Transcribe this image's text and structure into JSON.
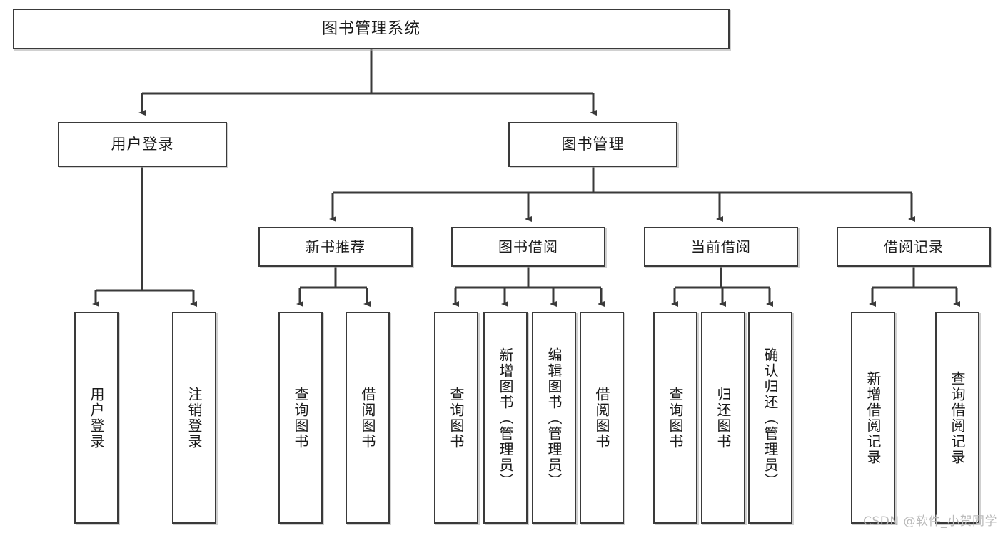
{
  "diagram": {
    "title": "图书管理系统",
    "type": "tree",
    "watermark": "CSDN @软件_小贺同学",
    "colors": {
      "box_border": "#3a3a3a",
      "box_fill": "#ffffff",
      "edge": "#3a3a3a",
      "text": "#1a1a1a",
      "watermark": "#b9b9b9",
      "background": "#ffffff"
    },
    "nodes": {
      "root": {
        "label": "图书管理系统"
      },
      "level2": [
        {
          "id": "user-login",
          "label": "用户登录"
        },
        {
          "id": "book-manage",
          "label": "图书管理"
        }
      ],
      "level3": [
        {
          "id": "new-book-recommend",
          "label": "新书推荐"
        },
        {
          "id": "book-borrow",
          "label": "图书借阅"
        },
        {
          "id": "current-borrow",
          "label": "当前借阅"
        },
        {
          "id": "borrow-record",
          "label": "借阅记录"
        }
      ],
      "leaves": {
        "user_login": [
          {
            "id": "leaf-user-login",
            "label": "用户登录"
          },
          {
            "id": "leaf-logout",
            "label": "注销登录"
          }
        ],
        "new_book_recommend": [
          {
            "id": "leaf-query-book-1",
            "label": "查询图书"
          },
          {
            "id": "leaf-borrow-book-1",
            "label": "借阅图书"
          }
        ],
        "book_borrow": [
          {
            "id": "leaf-query-book-2",
            "label": "查询图书"
          },
          {
            "id": "leaf-add-book",
            "label": "新增图书（管理员）"
          },
          {
            "id": "leaf-edit-book",
            "label": "编辑图书（管理员）"
          },
          {
            "id": "leaf-borrow-book-2",
            "label": "借阅图书"
          }
        ],
        "current_borrow": [
          {
            "id": "leaf-query-book-3",
            "label": "查询图书"
          },
          {
            "id": "leaf-return-book",
            "label": "归还图书"
          },
          {
            "id": "leaf-confirm-return",
            "label": "确认归还（管理员）"
          }
        ],
        "borrow_record": [
          {
            "id": "leaf-add-record",
            "label": "新增借阅记录"
          },
          {
            "id": "leaf-query-record",
            "label": "查询借阅记录"
          }
        ]
      }
    }
  }
}
